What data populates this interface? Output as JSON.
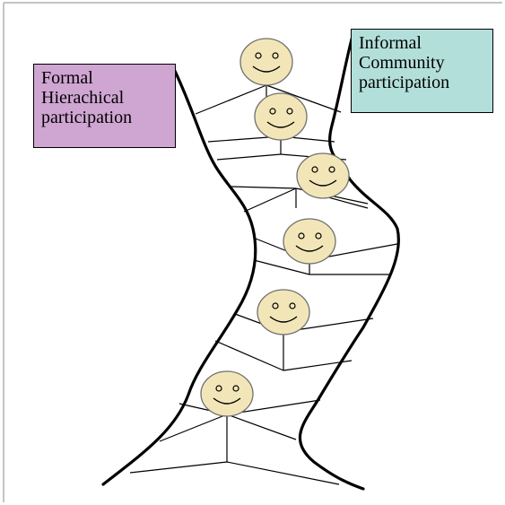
{
  "formal_box": {
    "lines": [
      "Formal",
      "Hierachical",
      "participation"
    ],
    "fill": "#cfa5d2"
  },
  "informal_box": {
    "lines": [
      "Informal",
      "Community",
      "participation"
    ],
    "fill": "#b3dfdb"
  },
  "colors": {
    "face_fill": "#f2e6b8",
    "face_stroke": "#707070",
    "line": "#000000",
    "frame_border": "#b0b0b0"
  },
  "face_count": 6
}
